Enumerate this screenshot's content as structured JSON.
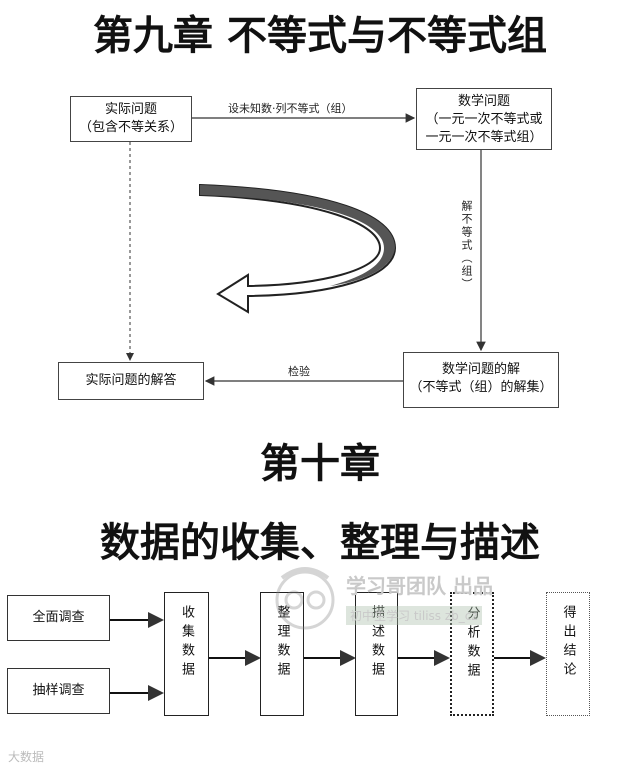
{
  "chapter9": {
    "title": "第九章  不等式与不等式组",
    "nodes": {
      "real_problem_line1": "实际问题",
      "real_problem_line2": "（包含不等关系）",
      "math_problem_line1": "数学问题",
      "math_problem_line2": "（一元一次不等式或",
      "math_problem_line3": "一元一次不等式组）",
      "math_solution_line1": "数学问题的解",
      "math_solution_line2": "（不等式（组）的解集）",
      "real_answer": "实际问题的解答"
    },
    "edges": {
      "set_unknown": "设未知数·列不等式（组）",
      "solve": "解不等式（组）",
      "verify": "检验"
    }
  },
  "chapter10": {
    "title": "第十章",
    "subtitle": "数据的收集、整理与描述",
    "surveys": [
      "全面调查",
      "抽样调查"
    ],
    "steps": [
      "收集数据",
      "整理数据",
      "描述数据",
      "分析数据",
      "得出结论"
    ]
  },
  "watermark": {
    "line1": "学习哥团队 出品",
    "line2": "初中生学习 tiliss zb_cz",
    "corner": "大数据"
  }
}
